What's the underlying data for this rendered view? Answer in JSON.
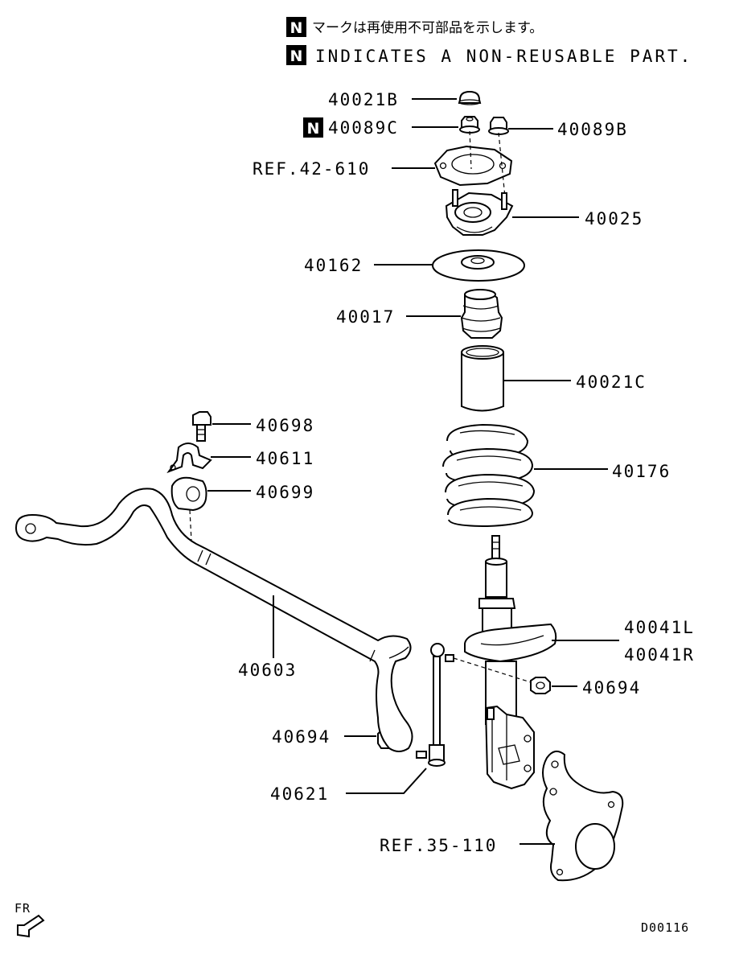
{
  "legend": {
    "mark": "N",
    "japanese": "マークは再使用不可部品を示します。",
    "english": "INDICATES A NON-REUSABLE PART."
  },
  "labels": {
    "p40021B": "40021B",
    "p40089C": "40089C",
    "p40089B": "40089B",
    "ref42": "REF.42-610",
    "p40025": "40025",
    "p40162": "40162",
    "p40017": "40017",
    "p40021C": "40021C",
    "p40698": "40698",
    "p40611": "40611",
    "p40699": "40699",
    "p40176": "40176",
    "p40603": "40603",
    "p40041L": "40041L",
    "p40041R": "40041R",
    "p40694a": "40694",
    "p40694b": "40694",
    "p40621": "40621",
    "ref35": "REF.35-110"
  },
  "direction": "FR",
  "diagram_code": "D00116"
}
